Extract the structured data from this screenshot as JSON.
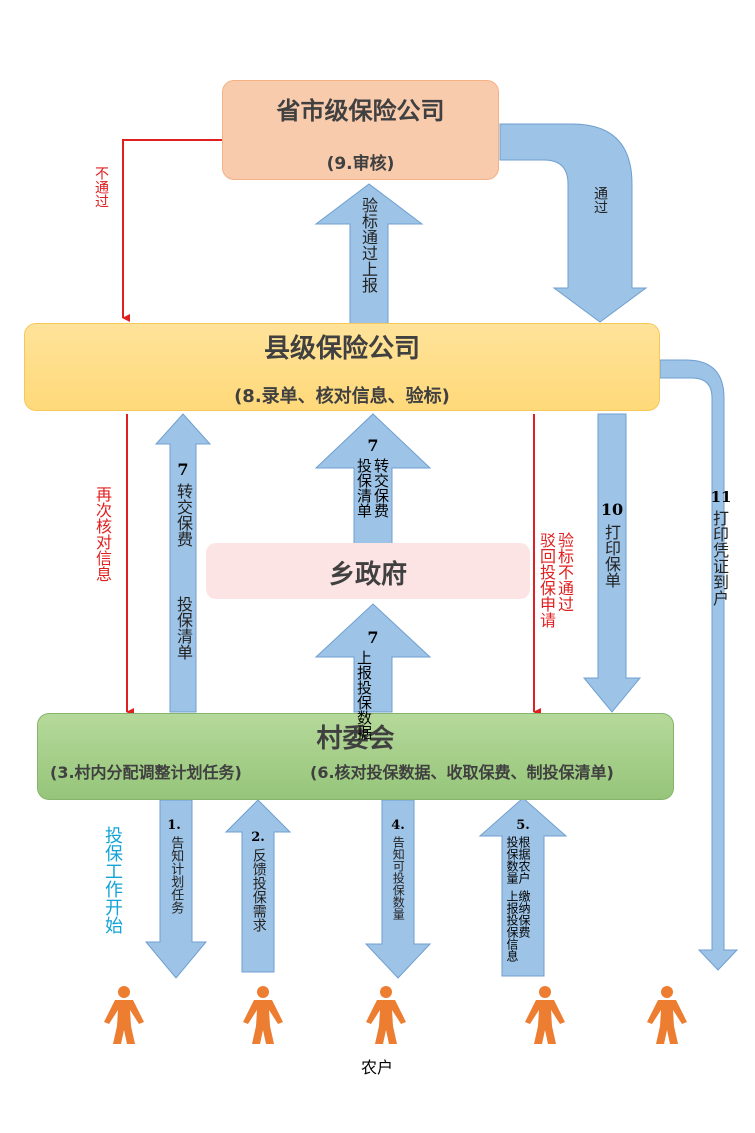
{
  "colors": {
    "province_fill": "#f8cbad",
    "county_fill": "#ffd97a",
    "county_fill_light": "#ffe39a",
    "township_fill": "#fde4e4",
    "village_fill": "#a9d18e",
    "arrow_fill": "#9dc3e6",
    "arrow_stroke": "#6f9fd0",
    "red_line": "#e02020",
    "red_text": "#e02020",
    "cyan_text": "#14a3d6",
    "farmer": "#ed7d31"
  },
  "province": {
    "title": "省市级保险公司",
    "subtitle": "(9.审核)"
  },
  "county": {
    "title": "县级保险公司",
    "subtitle": "(8.录单、核对信息、验标)"
  },
  "township": {
    "title": "乡政府"
  },
  "village": {
    "title": "村委会",
    "sub_left": "(3.村内分配调整计划任务)",
    "sub_right": "(6.核对投保数据、收取保费、制投保清单)"
  },
  "labels": {
    "not_passed": "不通过",
    "passed": "通过",
    "verify_passed_up": "验标通过上报",
    "recheck": "再次核对信息",
    "step7_left_num": "7",
    "step7_left_a": "转交保费",
    "step7_left_b": "投保清单",
    "step7_mid_num": "7",
    "step7_mid_a": "转交保费",
    "step7_mid_b": "投保清单",
    "step7_low_num": "7",
    "step7_low_a": "上报投保数据",
    "reject_a": "驳回投保申请",
    "reject_b": "验标不通过",
    "step10_num": "10",
    "step10_text": "打印保单",
    "step11_num": "11",
    "step11_text": "打印凭证到户",
    "insure_start": "投保工作开始",
    "step1_num": "1.",
    "step1_text": "告知计划任务",
    "step2_num": "2.",
    "step2_text": "反馈投保需求",
    "step4_num": "4.",
    "step4_text": "告知可投保数量",
    "step5_num": "5.",
    "step5_a": "根据农户",
    "step5_b": "投保数量",
    "step5_c": "缴纳保费",
    "step5_d": "上报投保信息",
    "farmers": "农户"
  }
}
